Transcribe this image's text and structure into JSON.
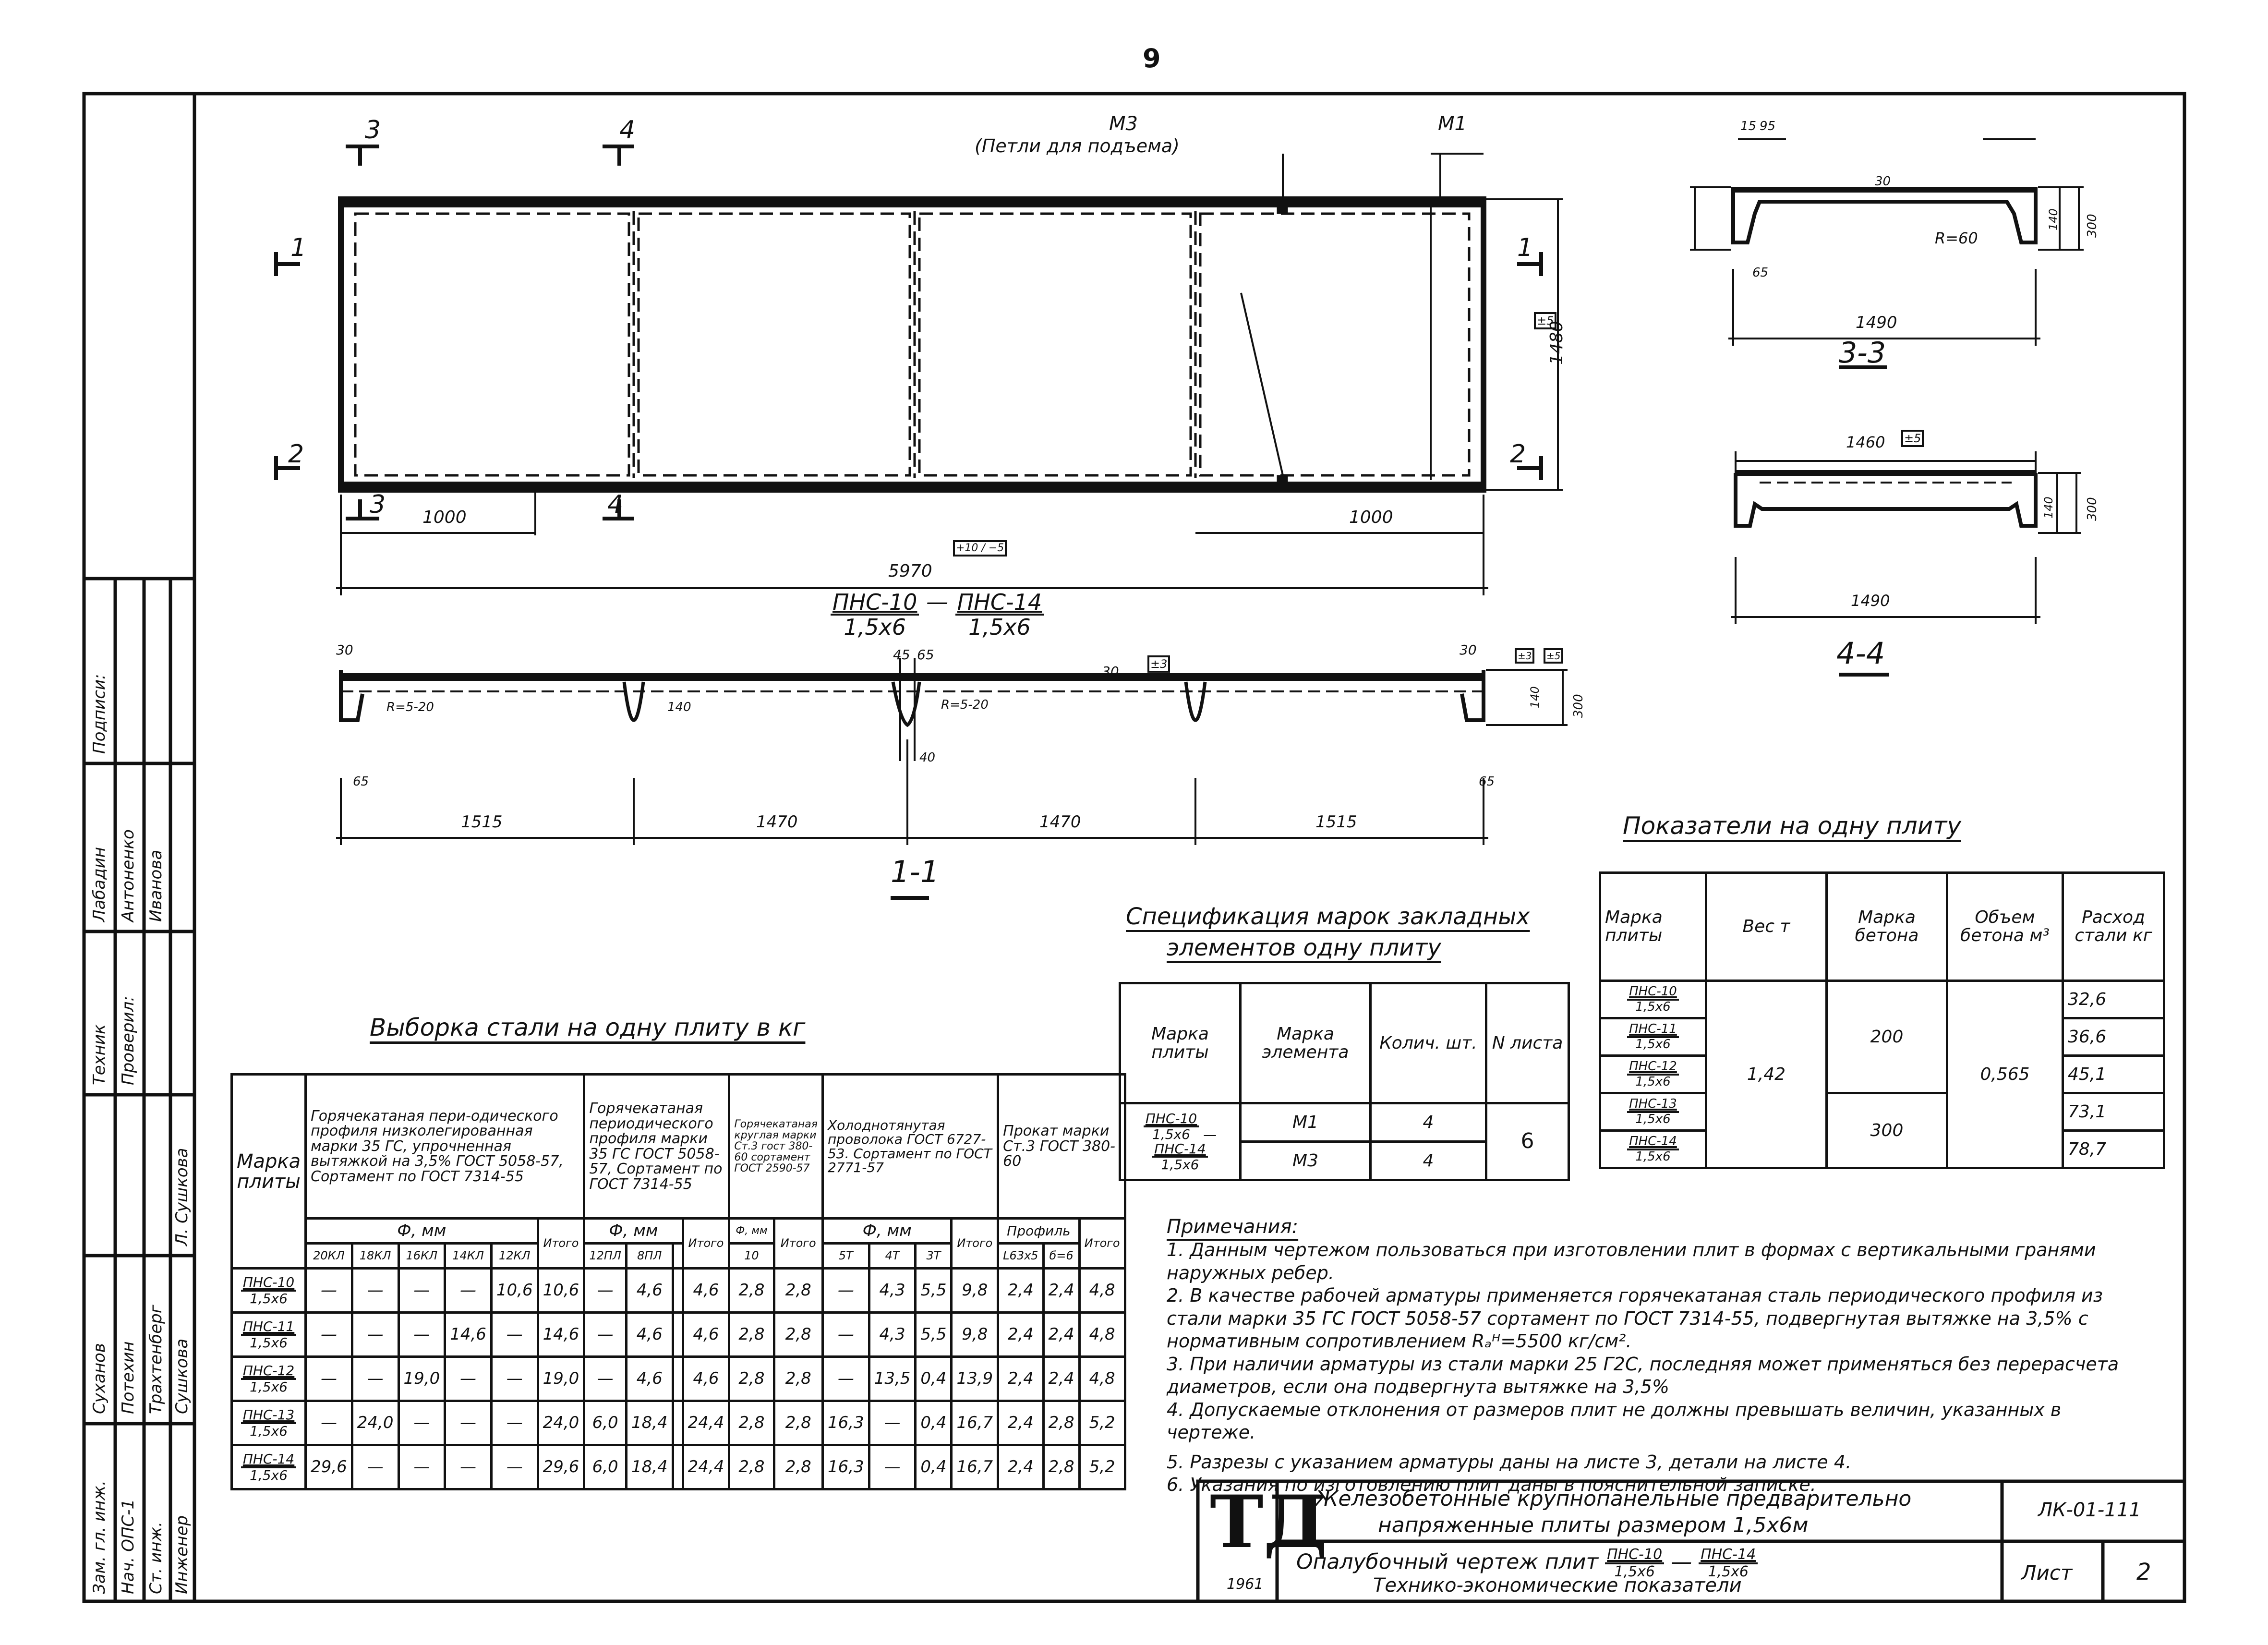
{
  "page_number": "9",
  "plan": {
    "section_marks": [
      "1",
      "2",
      "3",
      "4"
    ],
    "callout_m3": "М3",
    "callout_m3_note": "(Петли для подъема)",
    "callout_m1": "М1",
    "dim_1000_left": "1000",
    "dim_1000_right": "1000",
    "dim_5970": "5970",
    "dim_1480": "1480",
    "tol_5970": "+10 / −5",
    "tol_1480": "±5",
    "title_left_num": "ПНС-10",
    "title_left_den": "1,5х6",
    "title_dash": "—",
    "title_right_num": "ПНС-14",
    "title_right_den": "1,5х6"
  },
  "section_1_1": {
    "label": "1-1",
    "dims": [
      "1515",
      "1470",
      "1470",
      "1515"
    ],
    "d30_left": "30",
    "d30_right": "30",
    "d45": "45",
    "d65": "65",
    "d65r": "65",
    "d140": "140",
    "d40": "40",
    "d30_top": "30",
    "d300": "300",
    "d140r": "140",
    "r_left": "R=5-20",
    "r_mid": "R=5-20",
    "tol_top": "±3",
    "tol_r1": "±3",
    "tol_r2": "±5",
    "d15a": "45",
    "d15b": "65"
  },
  "section_3_3": {
    "label": "3-3",
    "d1490": "1490",
    "d800": "300",
    "d140": "140",
    "r60": "R=60",
    "d15": "15",
    "d95": "95",
    "d65": "65",
    "d30": "30"
  },
  "section_4_4": {
    "label": "4-4",
    "d1460": "1460",
    "tol": "±5",
    "d1490": "1490",
    "d300": "300",
    "d140": "140"
  },
  "steel_table": {
    "title": "Выборка стали на одну плиту в кг",
    "head_mark": "Марка плиты",
    "group1": "Горячекатаная пери-одического профиля низколегированная марки 35 ГС, упрочненная вытяжкой на 3,5% ГОСТ 5058-57, Сортамент по ГОСТ 7314-55",
    "group2": "Горячекатаная периодического профиля марки 35 ГС ГОСТ 5058-57, Сортамент по ГОСТ 7314-55",
    "group3": "Горячекатаная круглая марки Ст.3 гост 380-60 сортамент ГОСТ 2590-57",
    "group4": "Холоднотянутая проволока ГОСТ 6727-53. Сортамент по ГОСТ 2771-57",
    "group5": "Прокат марки Ст.3 ГОСТ 380-60",
    "phi_mm": "Ф, мм",
    "phi_mm2": "Ф, мм",
    "phi_mm3": "Ф, мм",
    "phi_mm4": "Ф, мм",
    "profile": "Профиль",
    "itogo": "Итого",
    "sub1": [
      "20КЛ",
      "18КЛ",
      "16КЛ",
      "14КЛ",
      "12КЛ"
    ],
    "sub2": [
      "12ПЛ",
      "8ПЛ"
    ],
    "sub3": [
      "10"
    ],
    "sub4": [
      "5Т",
      "4Т",
      "3Т"
    ],
    "sub5": [
      "L63х5",
      "б=6"
    ],
    "rows": [
      {
        "num": "ПНС-10",
        "den": "1,5х6",
        "c": [
          "—",
          "—",
          "—",
          "—",
          "10,6",
          "10,6",
          "—",
          "4,6",
          "",
          "4,6",
          "2,8",
          "2,8",
          "—",
          "4,3",
          "5,5",
          "9,8",
          "2,4",
          "2,4",
          "4,8"
        ]
      },
      {
        "num": "ПНС-11",
        "den": "1,5х6",
        "c": [
          "—",
          "—",
          "—",
          "14,6",
          "—",
          "14,6",
          "—",
          "4,6",
          "",
          "4,6",
          "2,8",
          "2,8",
          "—",
          "4,3",
          "5,5",
          "9,8",
          "2,4",
          "2,4",
          "4,8"
        ]
      },
      {
        "num": "ПНС-12",
        "den": "1,5х6",
        "c": [
          "—",
          "—",
          "19,0",
          "—",
          "—",
          "19,0",
          "—",
          "4,6",
          "",
          "4,6",
          "2,8",
          "2,8",
          "—",
          "13,5",
          "0,4",
          "13,9",
          "2,4",
          "2,4",
          "4,8"
        ]
      },
      {
        "num": "ПНС-13",
        "den": "1,5х6",
        "c": [
          "—",
          "24,0",
          "—",
          "—",
          "—",
          "24,0",
          "6,0",
          "18,4",
          "",
          "24,4",
          "2,8",
          "2,8",
          "16,3",
          "—",
          "0,4",
          "16,7",
          "2,4",
          "2,8",
          "5,2"
        ]
      },
      {
        "num": "ПНС-14",
        "den": "1,5х6",
        "c": [
          "29,6",
          "—",
          "—",
          "—",
          "—",
          "29,6",
          "6,0",
          "18,4",
          "",
          "24,4",
          "2,8",
          "2,8",
          "16,3",
          "—",
          "0,4",
          "16,7",
          "2,4",
          "2,8",
          "5,2"
        ]
      }
    ]
  },
  "spec_table": {
    "title1": "Спецификация марок закладных",
    "title2": "элементов одну плиту",
    "h1": "Марка плиты",
    "h2": "Марка элемента",
    "h3": "Колич. шт.",
    "h4": "N листа",
    "p1_num": "ПНС-10",
    "p1_den": "1,5х6",
    "p2_num": "ПНС-14",
    "p2_den": "1,5х6",
    "dash": "—",
    "m1": "М1",
    "m3": "М3",
    "q1": "4",
    "q2": "4",
    "sheet": "6"
  },
  "indicators": {
    "title": "Показатели на одну плиту",
    "h1": "Марка плиты",
    "h2": "Вес т",
    "h3": "Марка бетона",
    "h4": "Объем бетона м³",
    "h5": "Расход стали кг",
    "weight": "1,42",
    "concrete_200": "200",
    "concrete_300": "300",
    "volume": "0,565",
    "rows": [
      {
        "num": "ПНС-10",
        "den": "1,5х6",
        "steel": "32,6"
      },
      {
        "num": "ПНС-11",
        "den": "1,5х6",
        "steel": "36,6"
      },
      {
        "num": "ПНС-12",
        "den": "1,5х6",
        "steel": "45,1"
      },
      {
        "num": "ПНС-13",
        "den": "1,5х6",
        "steel": "73,1"
      },
      {
        "num": "ПНС-14",
        "den": "1,5х6",
        "steel": "78,7"
      }
    ]
  },
  "notes": {
    "heading": "Примечания:",
    "items": [
      "1. Данным чертежом пользоваться при изготовлении плит в формах с вертикальными гранями наружных ребер.",
      "2. В качестве рабочей арматуры применяется горячекатаная сталь периодического профиля из стали марки 35 ГС ГОСТ 5058-57 сортамент по ГОСТ 7314-55, подвергнутая вытяжке на 3,5% с нормативным сопротивлением Rₐᴴ=5500 кг/см².",
      "3. При наличии арматуры из стали марки 25 Г2С, последняя может применяться без перерасчета диаметров, если она подвергнута вытяжке на 3,5%",
      "4. Допускаемые отклонения от размеров плит не должны превышать величин, указанных в чертеже.",
      "5. Разрезы с указанием арматуры даны на листе 3, детали на листе 4.",
      "6. Указания по изготовлению плит даны в пояснительной записке."
    ]
  },
  "title_block": {
    "logo": "ТД",
    "year": "1961",
    "line1": "Железобетонные крупнопанельные предварительно",
    "line2": "напряженные плиты размером 1,5х6м",
    "line3a": "Опалубочный чертеж плит",
    "f1_num": "ПНС-10",
    "f1_den": "1,5х6",
    "dash": "—",
    "f2_num": "ПНС-14",
    "f2_den": "1,5х6",
    "line4": "Технико-экономические показатели",
    "code": "ЛК-01-111",
    "sheet_label": "Лист",
    "sheet_no": "2"
  },
  "side_stamp": {
    "roles": [
      "Зам. гл. инж.",
      "Нач. ОПС-1",
      "Ст. инж.",
      "Инженер"
    ],
    "names": [
      "Суханов",
      "Потехин",
      "Трахтенберг",
      "Сушкова"
    ],
    "roles2": [
      "Техник",
      "Проверил:"
    ],
    "names2": [
      "Лабадин",
      "Антоненко",
      "Иванова"
    ],
    "sign_head": "Подписи:",
    "signers": [
      "Л. Сушкова"
    ]
  }
}
